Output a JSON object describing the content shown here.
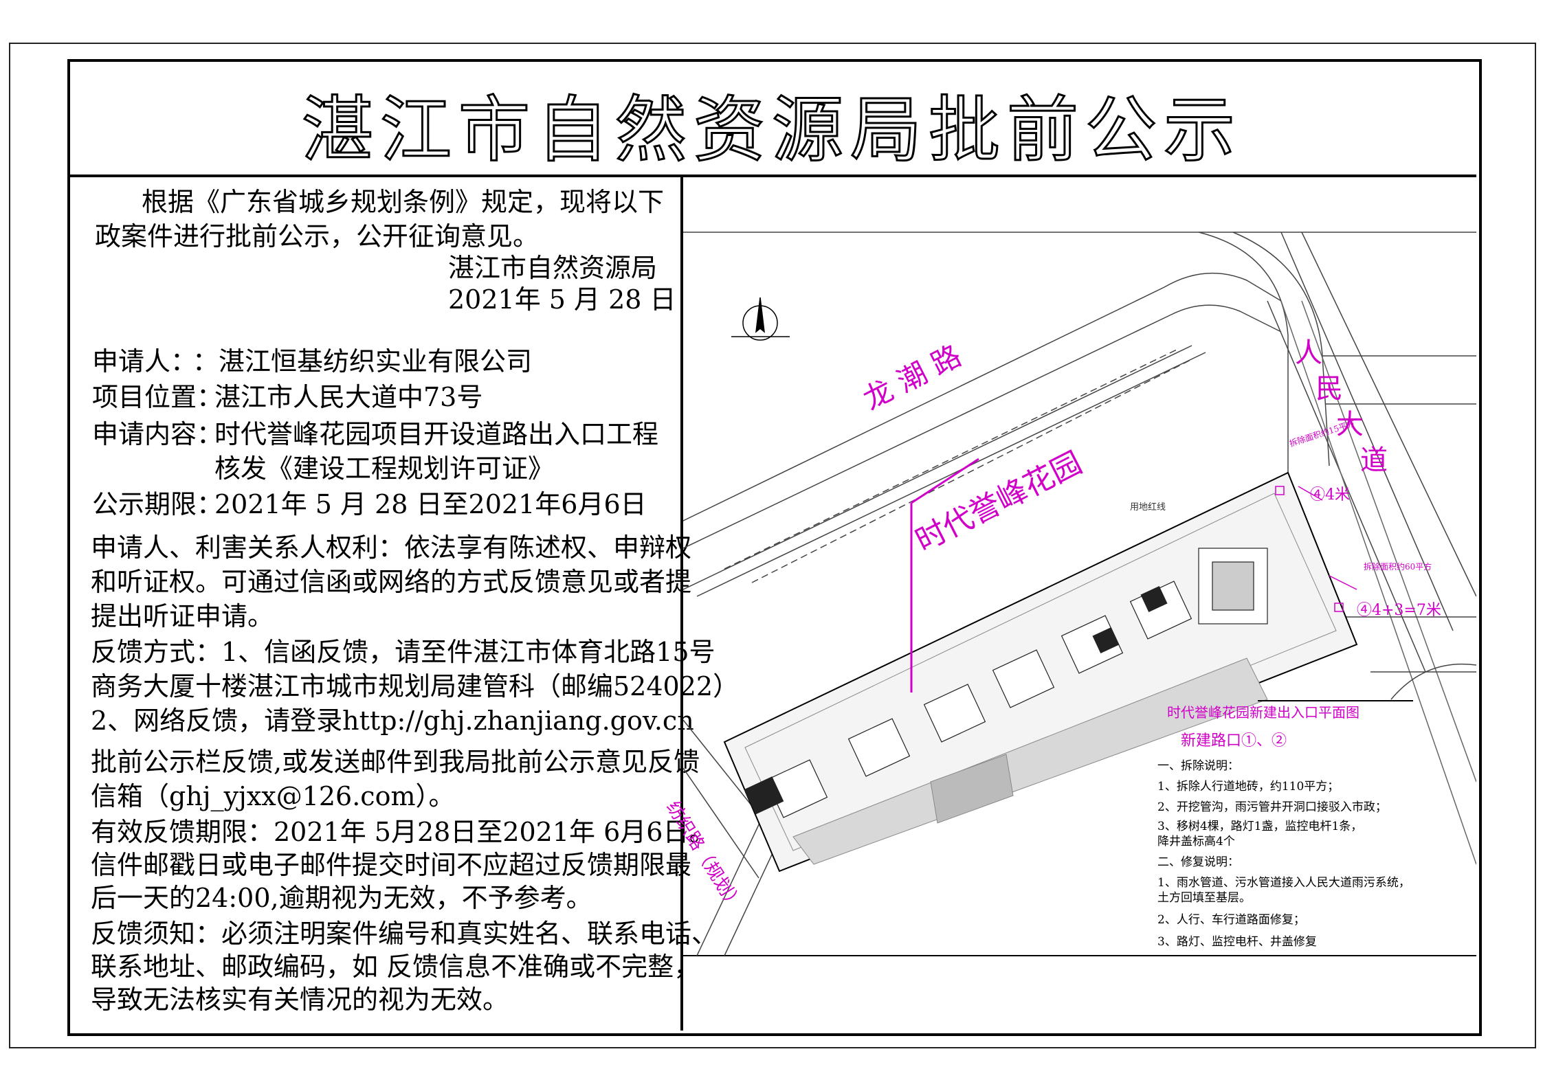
{
  "title": "湛江市自然资源局批前公示",
  "intro": {
    "line1": "根据《广东省城乡规划条例》规定，现将以下",
    "line2": "政案件进行批前公示，公开征询意见。",
    "issuer": "湛江市自然资源局",
    "date": "2021年 5 月 28 日"
  },
  "info": {
    "applicant_label": "申请人：",
    "applicant_value": "：湛江恒基纺织实业有限公司",
    "location_label": "项目位置：",
    "location_value": "湛江市人民大道中73号",
    "content_label": "申请内容：",
    "content_value1": "时代誉峰花园项目开设道路出入口工程",
    "content_value2": "核发《建设工程规划许可证》",
    "period_label": "公示期限：",
    "period_value": "2021年 5 月 28 日至2021年6月6日"
  },
  "rights": {
    "line1": "申请人、利害关系人权利：依法享有陈述权、申辩权",
    "line2": "和听证权。可通过信函或网络的方式反馈意见或者提",
    "line3": "提出听证申请。"
  },
  "feedback": {
    "line1": "反馈方式：1、信函反馈，请至件湛江市体育北路15号",
    "line2": "商务大厦十楼湛江市城市规划局建管科（邮编524022）",
    "line3": "2、网络反馈，请登录http://ghj.zhanjiang.gov.cn",
    "line4": "批前公示栏反馈,或发送邮件到我局批前公示意见反馈",
    "line5": "信箱（ghj_yjxx@126.com）。",
    "line6": "有效反馈期限：2021年 5月28日至2021年 6月6日。",
    "line7": "信件邮戳日或电子邮件提交时间不应超过反馈期限最",
    "line8": "后一天的24:00,逾期视为无效，不予参考。",
    "line9": "反馈须知：必须注明案件编号和真实姓名、联系电话、",
    "line10": "联系地址、邮政编码，如 反馈信息不准确或不完整，",
    "line11": "导致无法核实有关情况的视为无效。"
  },
  "map": {
    "road_longchao": "龙 潮 路",
    "road_renmin": [
      "人",
      "民",
      "大",
      "道"
    ],
    "project_name": "时代誉峰花园",
    "plan_title": "时代誉峰花园新建出入口平面图",
    "new_entrance": "新建路口①、②",
    "road_fangzhi": "纺织路（规划）",
    "dim1": "④4米",
    "dim2": "④4+3=7米",
    "note_demolish1": "拆除面积约15平方",
    "note_demolish2": "拆除面积约60平方",
    "landline_label": "用地红线",
    "notes": [
      "一、拆除说明：",
      "1、拆除人行道地砖，约110平方；",
      "2、开挖管沟，雨污管井开洞口接驳入市政；",
      "3、移树4棵，路灯1盏，监控电杆1条，",
      "    降井盖标高4个",
      "二、修复说明：",
      "1、雨水管道、污水管道接入人民大道雨污系统，",
      "土方回填至基层。",
      "2、人行、车行道路面修复；",
      "3、路灯、监控电杆、井盖修复"
    ],
    "accent_color": "#d000c8"
  }
}
